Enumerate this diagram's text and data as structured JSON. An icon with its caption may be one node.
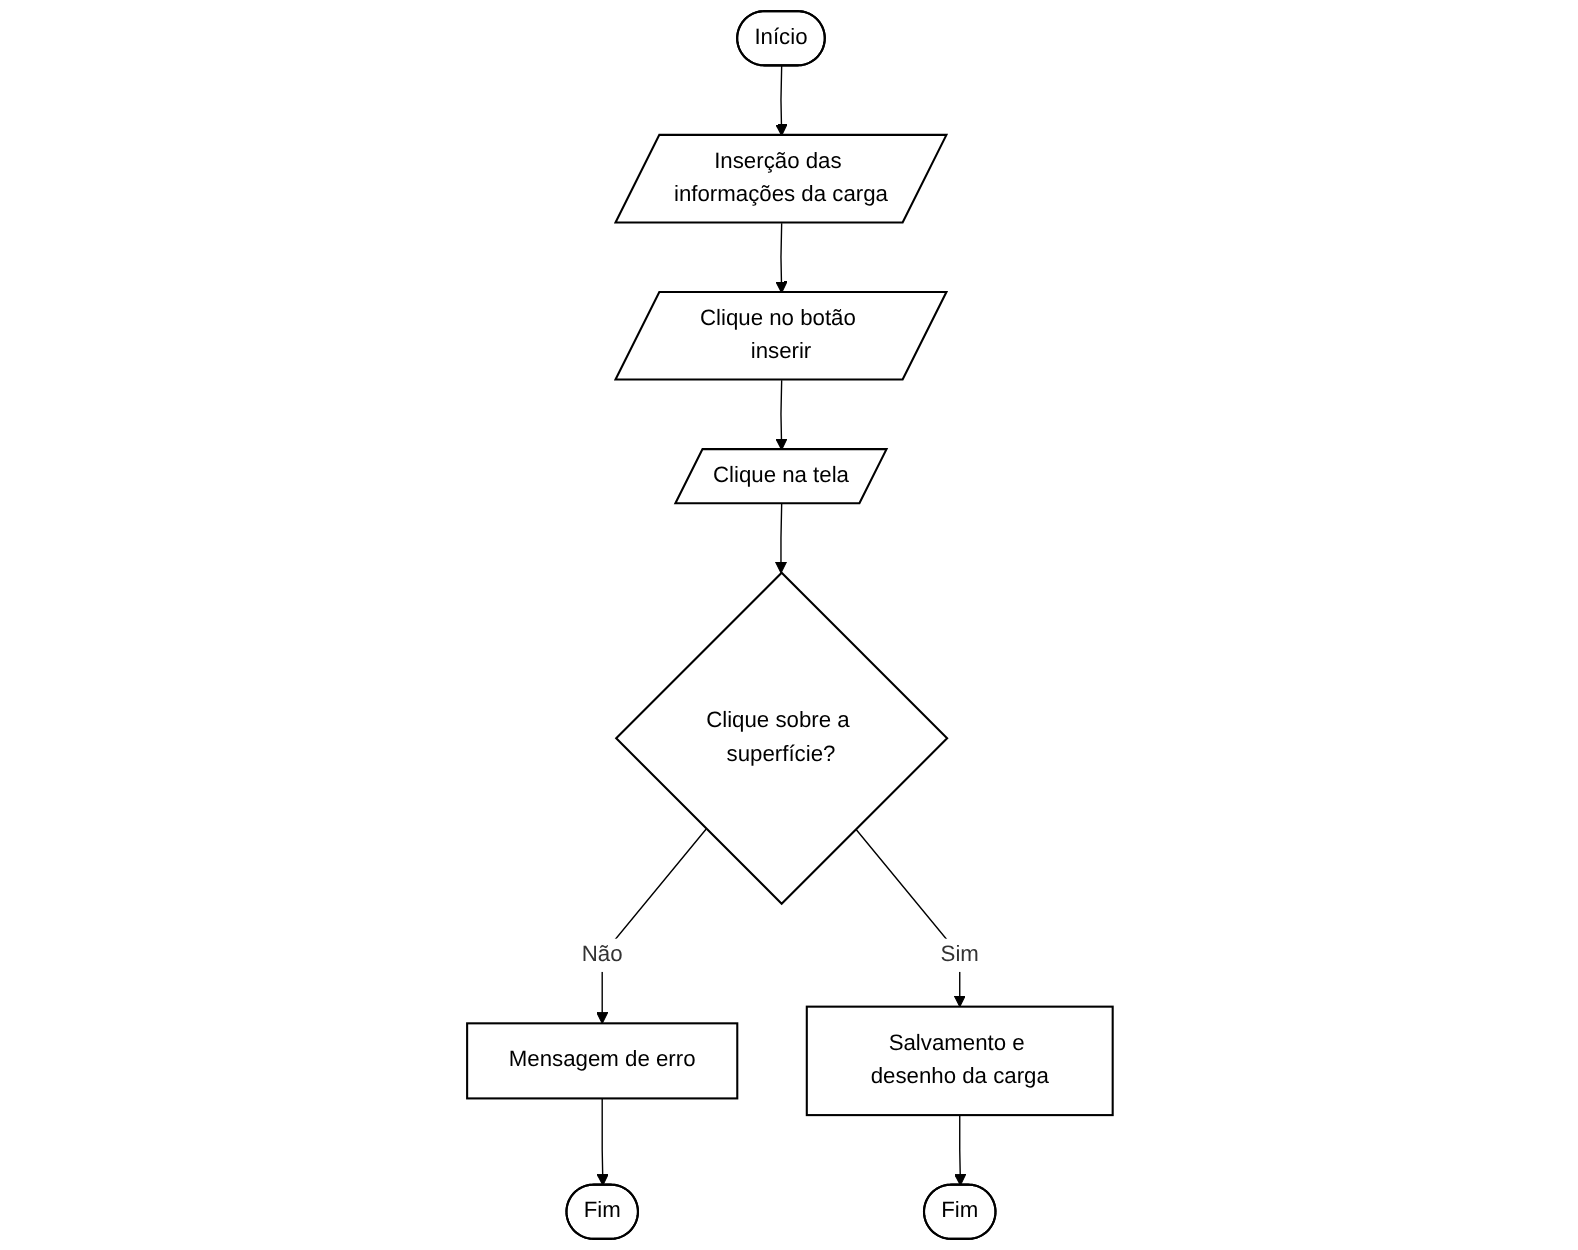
{
  "diagram": {
    "nodes": [
      {
        "text": [
          "Início"
        ]
      },
      {
        "text": [
          "Inserção das informações da carga"
        ]
      },
      {
        "text": [
          "Clique no botão inserir"
        ]
      },
      {
        "text": [
          "Clique na tela"
        ]
      },
      {
        "text": [
          "Clique sobre a superfície?"
        ]
      },
      {
        "text": [
          "Mensagem de erro"
        ]
      },
      {
        "text": [
          "Fim"
        ]
      },
      {
        "text": [
          "Salvamento e desenho da carga"
        ]
      },
      {
        "text": [
          "Fim"
        ]
      }
    ],
    "edges": [
      {
        "from": 0,
        "to": 1,
        "arrow": "to"
      },
      {
        "from": 1,
        "to": 2,
        "arrow": "to"
      },
      {
        "from": 2,
        "to": 3,
        "arrow": "to"
      },
      {
        "from": 3,
        "to": 4,
        "arrow": "to"
      },
      {
        "from": 4,
        "to": 5,
        "label": "Não",
        "arrow": "to"
      },
      {
        "from": 4,
        "to": 7,
        "label": "Sim",
        "arrow": "to"
      },
      {
        "from": 5,
        "to": 6,
        "arrow": "to"
      },
      {
        "from": 7,
        "to": 8,
        "arrow": "to"
      }
    ]
  }
}
